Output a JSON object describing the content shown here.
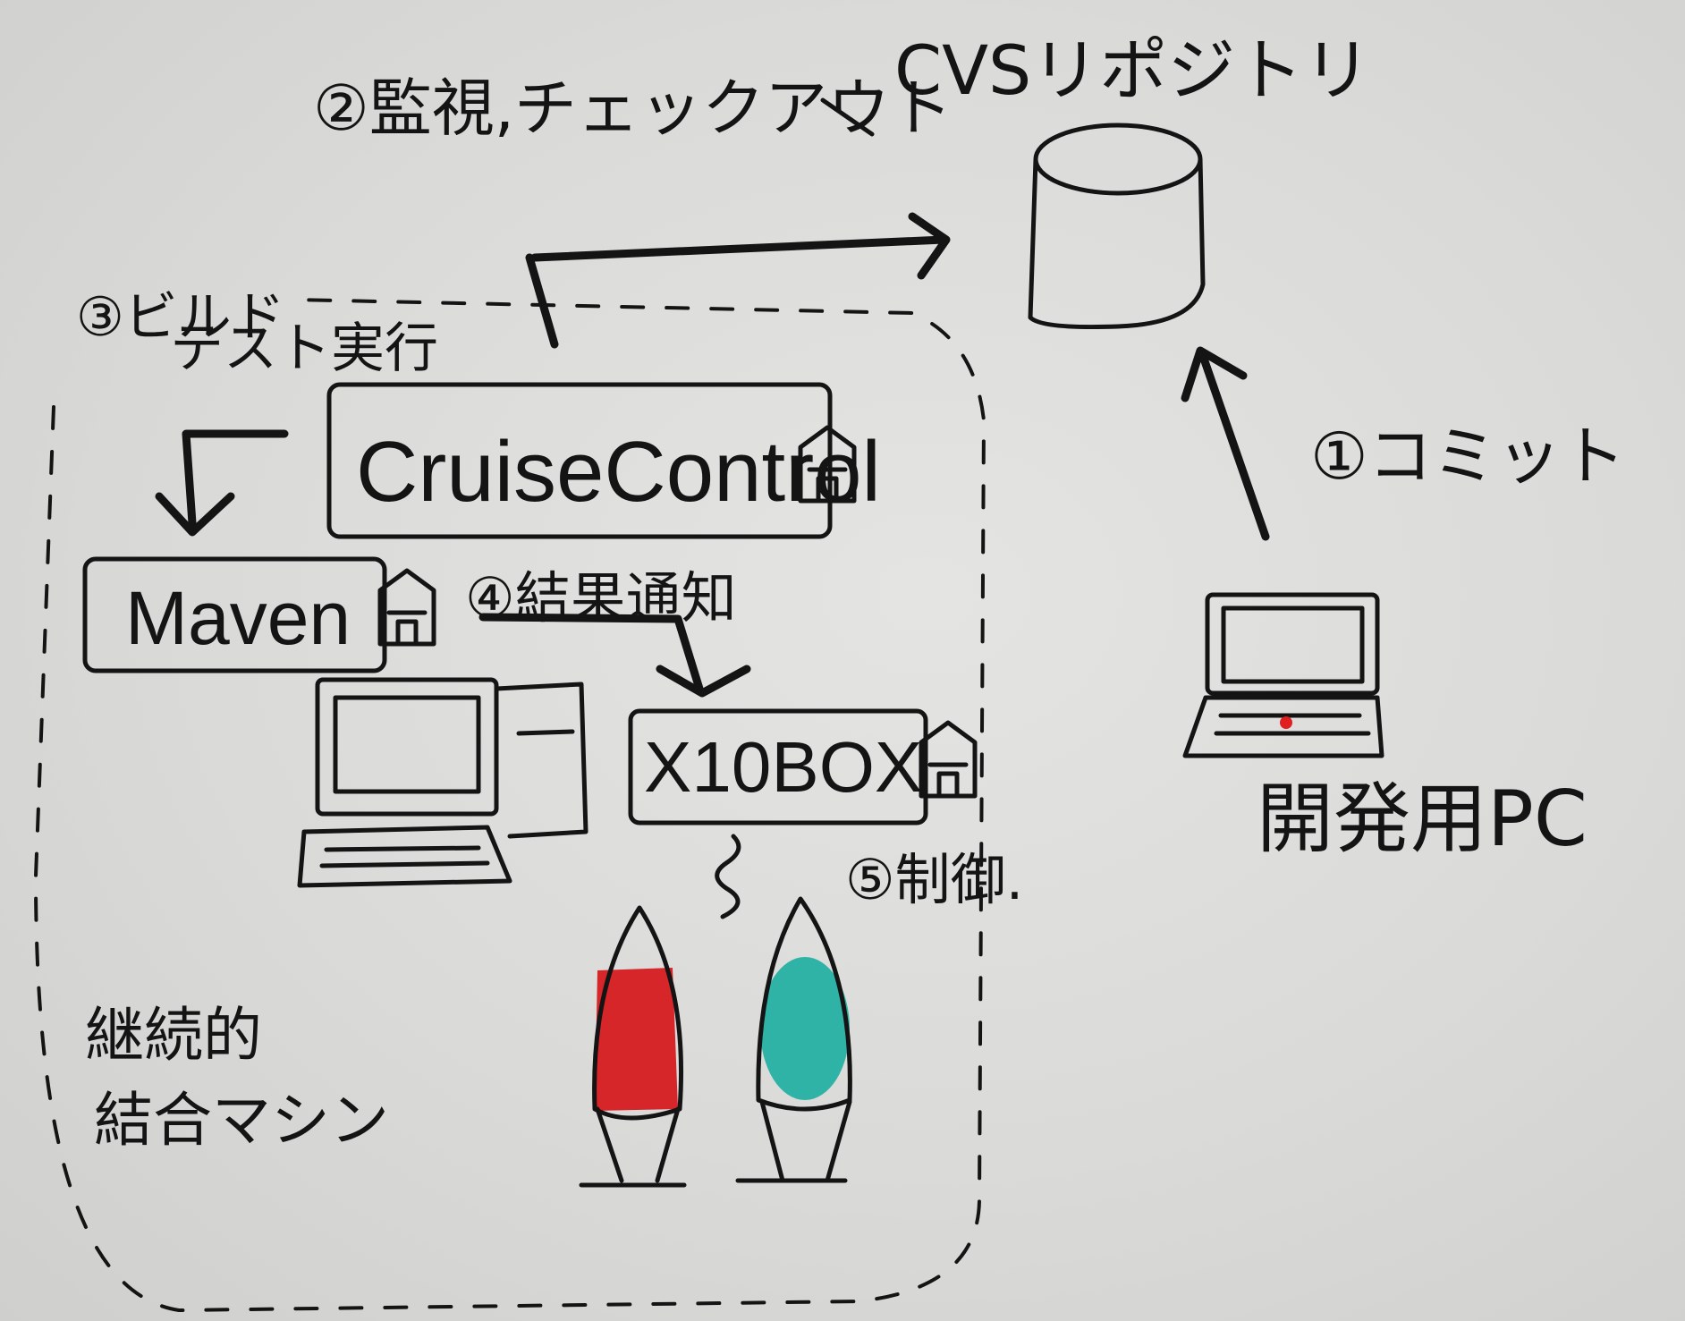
{
  "diagram": {
    "labels": {
      "cvs_repository": "CVSリポジトリ",
      "step2_monitor_checkout": "②監視,チェックアウト",
      "step3_build": "③ビルド",
      "step3_test_run": "テスト実行",
      "cruisecontrol": "CruiseControl",
      "maven": "Maven",
      "step4_result_notify": "④結果通知",
      "x10_box": "X10BOX",
      "step5_control": "⑤制御.",
      "step1_commit": "①コミット",
      "dev_pc": "開発用PC",
      "ci_machine_line1": "継続的",
      "ci_machine_line2": "結合マシン"
    },
    "lava_lamps": [
      {
        "name": "red-lava-lamp",
        "color": "#d6262a"
      },
      {
        "name": "green-lava-lamp",
        "color": "#2fb3a6"
      }
    ],
    "colors": {
      "ink": "#141414",
      "board": "#dadad8",
      "laptop_dot": "#e02020"
    }
  }
}
